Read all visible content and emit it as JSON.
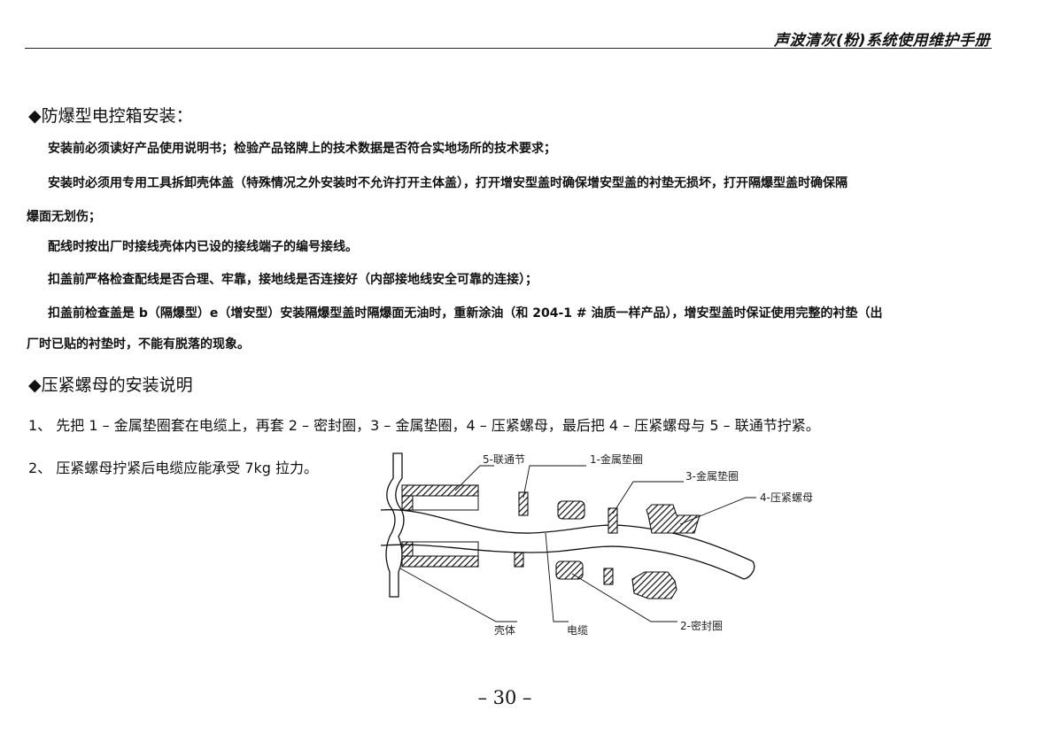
{
  "header": {
    "title": "声波清灰(粉)系统使用维护手册"
  },
  "section1": {
    "heading": "◆防爆型电控箱安装：",
    "lines": [
      "安装前必须读好产品使用说明书；检验产品铭牌上的技术数据是否符合实地场所的技术要求；",
      "安装时必须用专用工具拆卸壳体盖（特殊情况之外安装时不允许打开主体盖），打开增安型盖时确保增安型盖的衬垫无损坏，打开隔爆型盖时确保隔",
      "爆面无划伤；",
      "配线时按出厂时接线壳体内已设的接线端子的编号接线。",
      "扣盖前严格检查配线是否合理、牢靠，接地线是否连接好（内部接地线安全可靠的连接）；",
      "扣盖前检查盖是 b（隔爆型）e（增安型）安装隔爆型盖时隔爆面无油时，重新涂油（和 204-1 # 油质一样产品），增安型盖时保证使用完整的衬垫（出",
      "厂时已贴的衬垫时，不能有脱落的现象。"
    ]
  },
  "section2": {
    "heading": "◆压紧螺母的安装说明",
    "item1": "1、 先把 1 – 金属垫圈套在电缆上，再套 2 – 密封圈，3 – 金属垫圈，4 – 压紧螺母，最后把 4 – 压紧螺母与 5 – 联通节拧紧。",
    "item2": "2、 压紧螺母拧紧后电缆应能承受 7kg 拉力。"
  },
  "diagram": {
    "labels": {
      "lian_tong_jie": "5-联通节",
      "jin_shu_dian_quan_1": "1-金属垫圈",
      "jin_shu_dian_quan_3": "3-金属垫圈",
      "ya_jin_luo_mu": "4-压紧螺母",
      "ke_ti": "壳体",
      "dian_lan": "电缆",
      "mi_feng_quan": "2-密封圈"
    }
  },
  "footer": {
    "page_number": "– 30 –"
  }
}
